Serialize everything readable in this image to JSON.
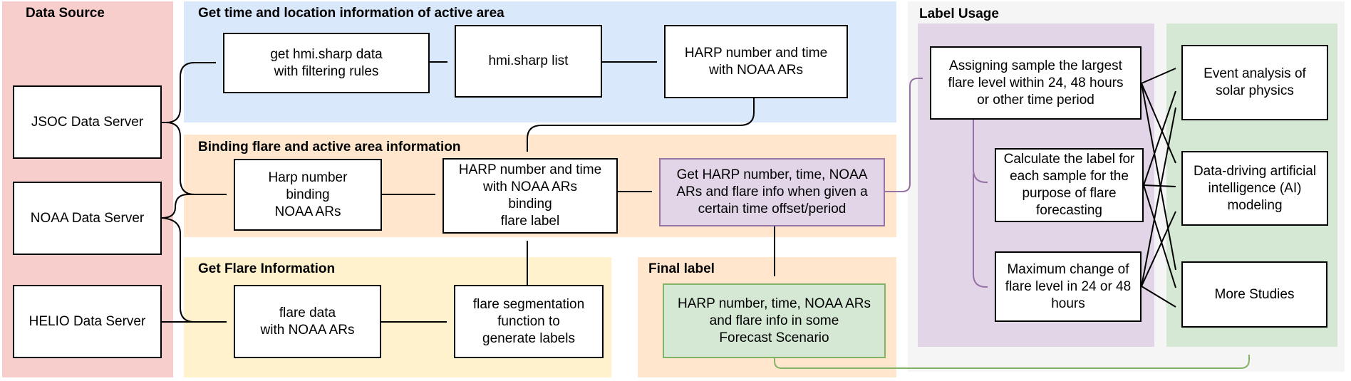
{
  "diagram": {
    "panels": {
      "data_source": {
        "title": "Data Source"
      },
      "get_time": {
        "title": "Get time and location information of active area"
      },
      "binding": {
        "title": "Binding flare and active area information"
      },
      "get_flare": {
        "title": "Get Flare Information"
      },
      "final_label": {
        "title": "Final label"
      },
      "label_usage": {
        "title": "Label Usage"
      }
    },
    "nodes": {
      "jsoc": {
        "label": "JSOC Data Server"
      },
      "noaa": {
        "label": "NOAA Data Server"
      },
      "helio": {
        "label": "HELIO Data Server"
      },
      "get_hmi": {
        "label": "get hmi.sharp data\nwith filtering rules"
      },
      "hmi_list": {
        "label": "hmi.sharp list"
      },
      "harp_noaa": {
        "label": "HARP number and time\nwith NOAA ARs"
      },
      "harp_bind": {
        "label": "Harp number\nbinding\nNOAA ARs"
      },
      "bind_label": {
        "label": "HARP number and time\nwith NOAA ARs\nbinding\nflare label"
      },
      "get_harp": {
        "label": "Get HARP number, time, NOAA\nARs and flare info when given a\ncertain time offset/period"
      },
      "flare_data": {
        "label": "flare data\nwith NOAA ARs"
      },
      "flare_seg": {
        "label": "flare segmentation\nfunction to\ngenerate labels"
      },
      "final_green": {
        "label": "HARP number, time, NOAA ARs\nand flare info in some\nForecast Scenario"
      },
      "assigning": {
        "label": "Assigning sample the largest\nflare level within 24, 48 hours\nor other time period"
      },
      "calculate": {
        "label": "Calculate the label for\neach sample for the\npurpose of flare\nforecasting"
      },
      "maximum": {
        "label": "Maximum change of\nflare level in 24 or 48\nhours"
      },
      "event": {
        "label": "Event analysis of\nsolar physics"
      },
      "data_ai": {
        "label": "Data-driving artificial\nintelligence (AI)\nmodeling"
      },
      "more": {
        "label": "More Studies"
      }
    },
    "colors": {
      "pink": "#f8cecc",
      "blue": "#dae8fc",
      "orange": "#ffe6cc",
      "yellow": "#fff2cc",
      "gray": "#f5f5f5",
      "purple_fill": "#e1d5e7",
      "purple_stroke": "#9673a6",
      "green_fill": "#d5e8d4",
      "green_stroke": "#82b366",
      "edge": "#000000"
    }
  }
}
